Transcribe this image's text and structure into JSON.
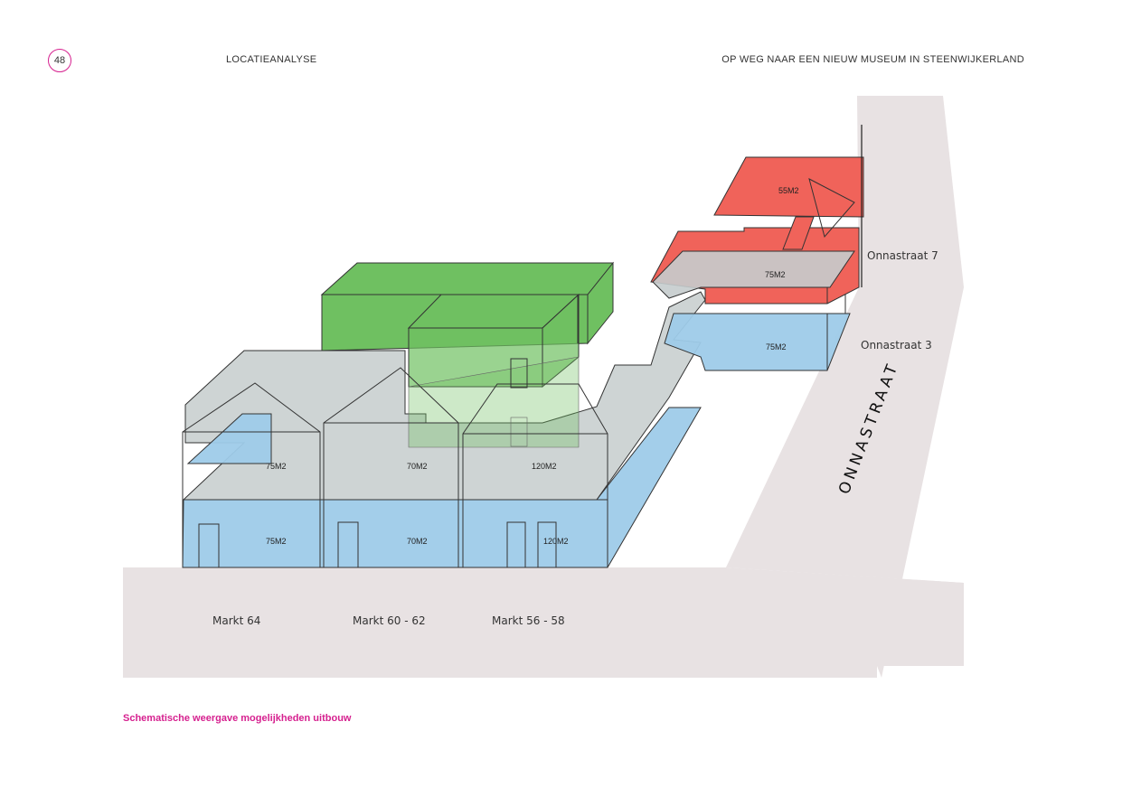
{
  "header": {
    "page_number": "48",
    "section": "LOCATIEANALYSE",
    "document_title": "OP WEG NAAR EEN NIEUW MUSEUM IN STEENWIJKERLAND"
  },
  "diagram": {
    "colors": {
      "street": "#e8e2e3",
      "blue_floor": "#9ecbe9",
      "grey_floor": "#c5cccd",
      "green_volume": "#6fc061",
      "red_floor": "#f0635a"
    },
    "area_labels": {
      "red_top": "55M2",
      "red_grey": "75M2",
      "onnastraat3_blue": "75M2",
      "markt64_upper": "75M2",
      "markt60_upper": "70M2",
      "markt56_upper": "120M2",
      "markt64_ground": "75M2",
      "markt60_ground": "70M2",
      "markt56_ground": "120M2"
    },
    "addresses": {
      "markt64": "Markt 64",
      "markt60": "Markt 60 - 62",
      "markt56": "Markt 56 - 58",
      "onnastraat7": "Onnastraat 7",
      "onnastraat3": "Onnastraat 3"
    },
    "street_name": "ONNASTRAAT"
  },
  "caption": "Schematische weergave mogelijkheden uitbouw"
}
